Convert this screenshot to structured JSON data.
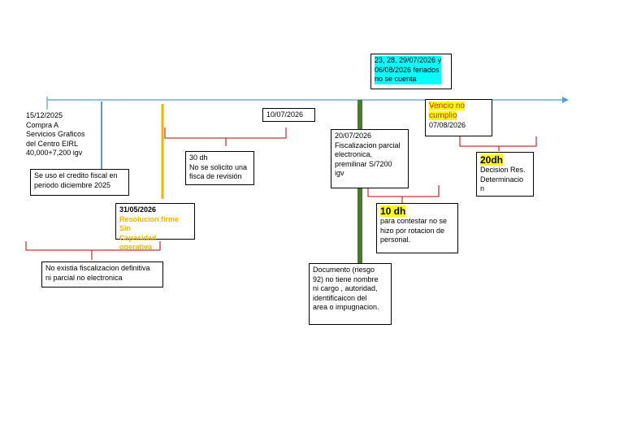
{
  "boxes": {
    "purchase": {
      "date": "15/12/2025",
      "lines": "Compra A\nServicios Graficos\ndel Centro EIRL\n40,000+7,200 igv"
    },
    "credit": {
      "text": "Se uso el credito fiscal en\nperiodo diciembre 2025"
    },
    "resolution": {
      "date": "31/05/2026",
      "text": "Resolucion firme Sin\nCapacidad operativa"
    },
    "no_fisc": {
      "text": "No existia fiscalizacion definitiva\nni parcial no electronica"
    },
    "thirty_days": {
      "text": "30 dh\nNo se solicito una\nfisca de revisión"
    },
    "jul10": {
      "text": "10/07/2026"
    },
    "jul20": {
      "text": "20/07/2026\nFiscalizacion parcial\nelectronica,\npremilinar S/7200\nigv"
    },
    "document": {
      "text": "Documento (riesgo\n92) no tiene nombre\nni cargo , autoridad,\nidentificaicon del\narea o impugnacion."
    },
    "holidays": {
      "text": "23, 28, 29/07/2026 y\n06/08/2026 feriados\nno se cuenta"
    },
    "ten_days": {
      "title": "10 dh",
      "text": "para contestar no se\nhizo por rotacion de\npersonal."
    },
    "vencio": {
      "title": "Vencio no\ncumplio",
      "date": "07/08/2026"
    },
    "twenty_days": {
      "title": "20dh",
      "text": "Decision Res.\nDeterminacio\nn"
    }
  },
  "colors": {
    "timeline": "#5b9bd5",
    "blue_marker": "#5b9bd5",
    "orange_marker": "#f5b400",
    "green_marker": "#4a7a2c",
    "brace": "#c00000"
  }
}
